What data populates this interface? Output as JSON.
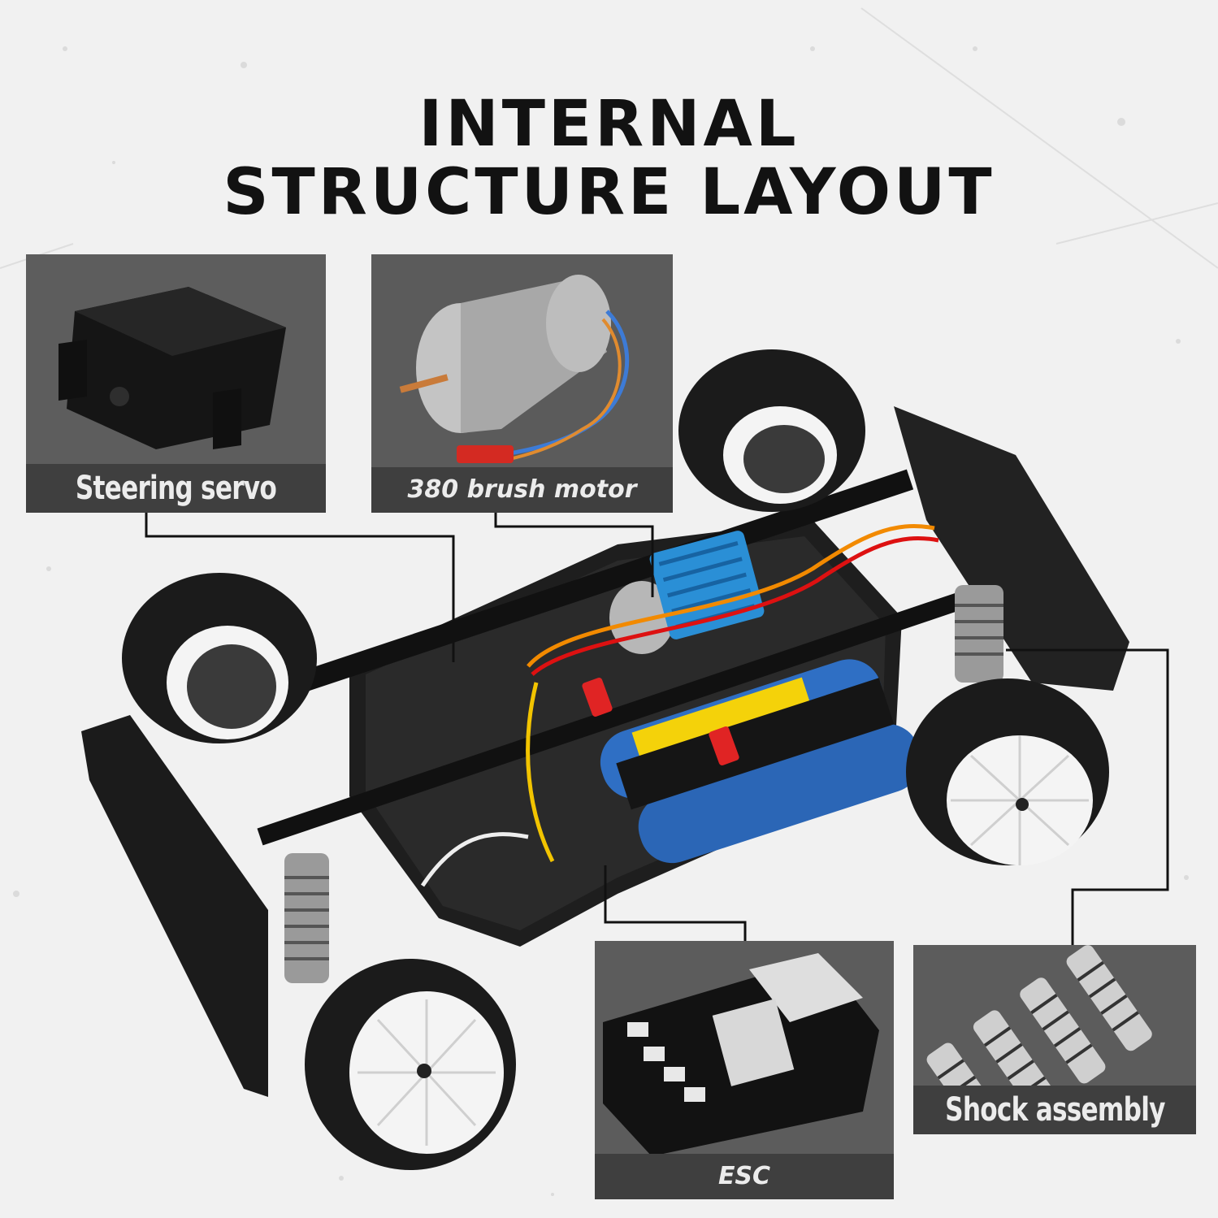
{
  "title": {
    "line1": "INTERNAL",
    "line2": "STRUCTURE LAYOUT"
  },
  "panels": {
    "servo": {
      "label": "Steering servo"
    },
    "motor": {
      "label": "380 brush motor"
    },
    "esc": {
      "label": "ESC"
    },
    "shock": {
      "label": "Shock assembly"
    }
  },
  "colors": {
    "background": "#f1f1f1",
    "panel": "#5b5b5b",
    "caption": "#3f3f3f",
    "title": "#121212",
    "heatsink": "#2a8fd6",
    "battery": "#2f6fc4",
    "battery_label": "#f4d20a",
    "tire": "#1b1b1b",
    "wheel_rim": "#f4f4f4"
  },
  "icons": [
    "steering-servo-icon",
    "brush-motor-icon",
    "esc-board-icon",
    "shock-absorber-icon",
    "rc-car-chassis-icon"
  ]
}
